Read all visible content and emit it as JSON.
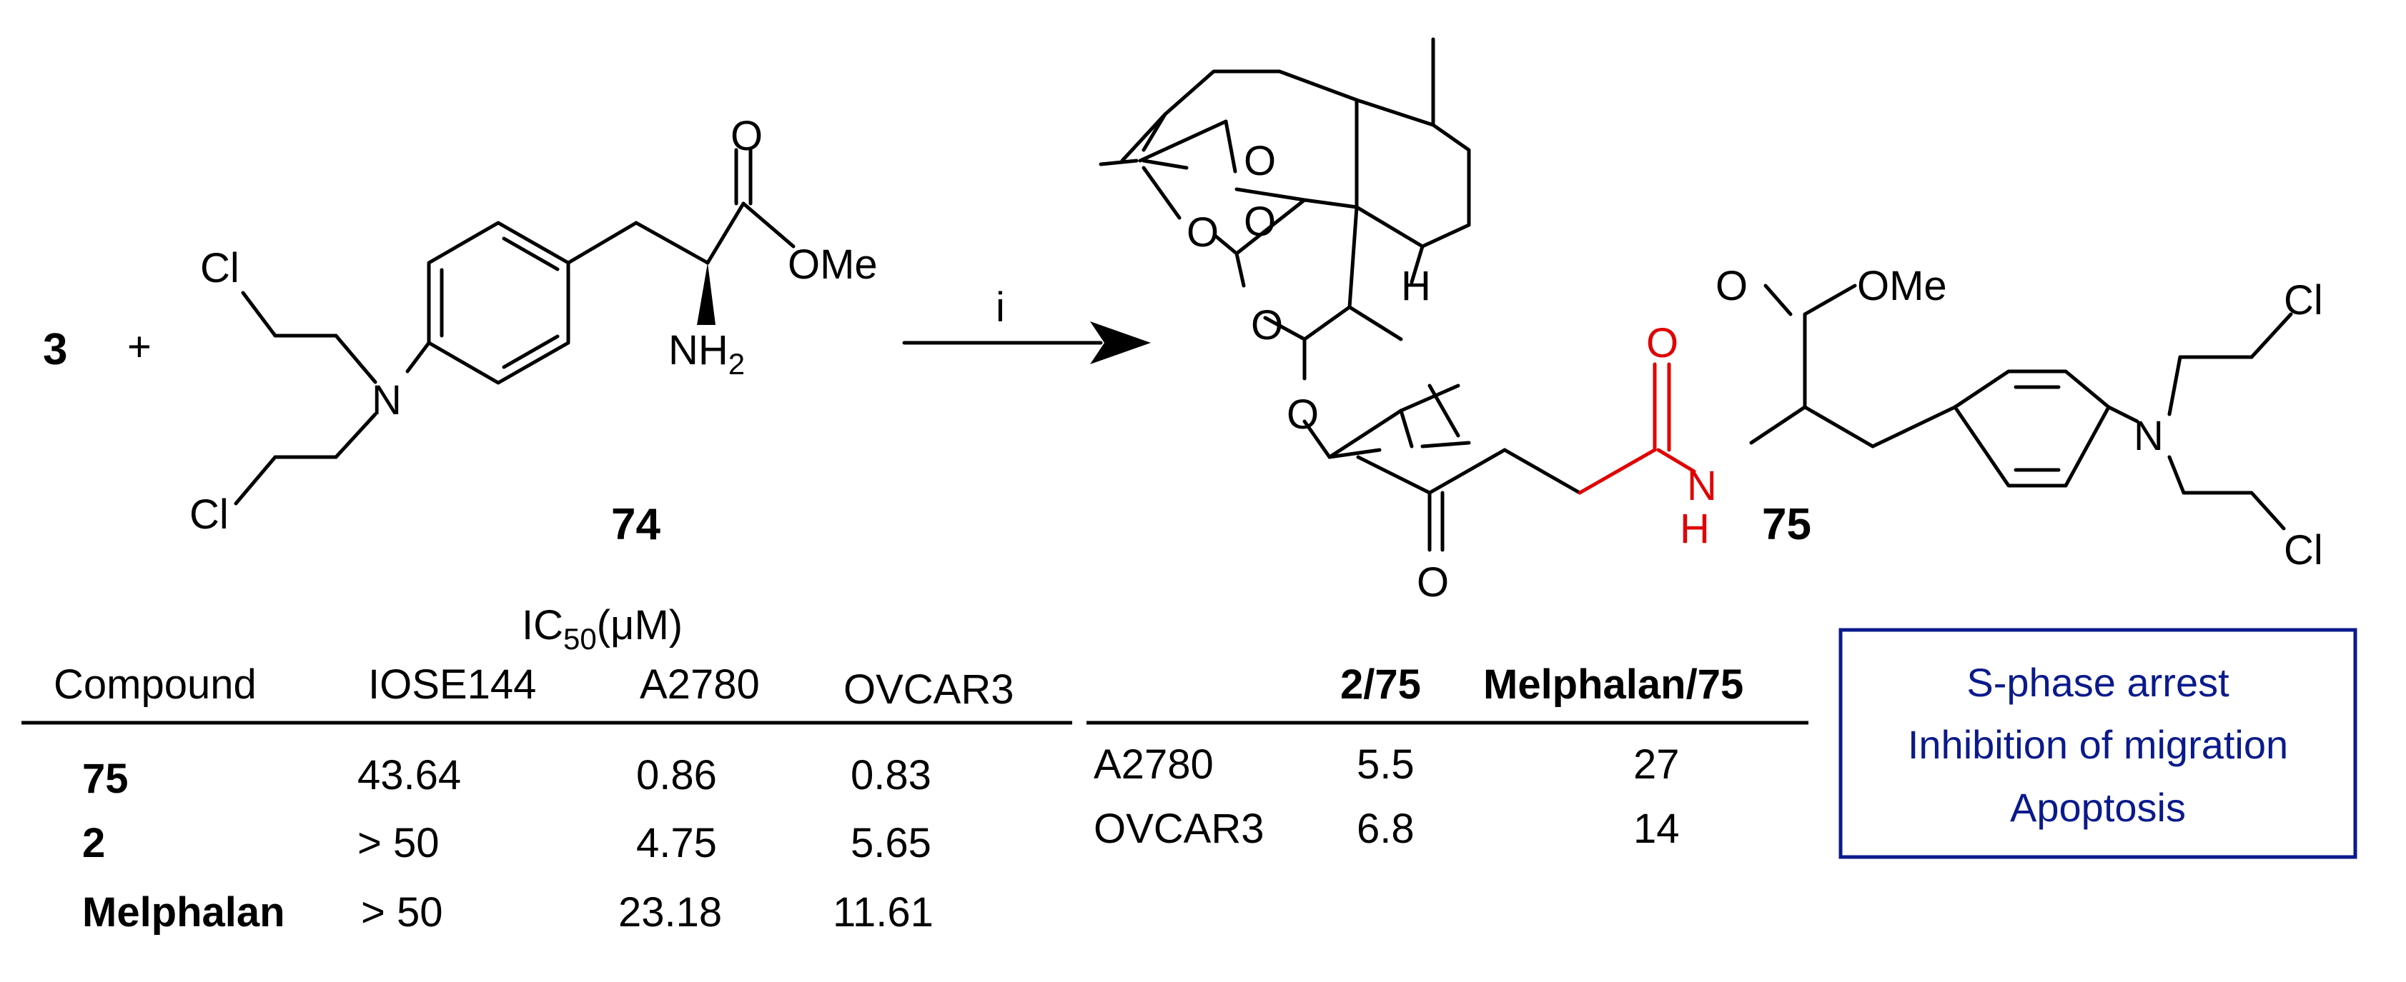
{
  "reaction": {
    "reactant_1": "3",
    "plus": "+",
    "reactant_2_label": "74",
    "condition": "i",
    "product_label": "75"
  },
  "atoms": {
    "cl": "Cl",
    "n": "N",
    "o": "O",
    "ome": "OMe",
    "nh2_main": "NH",
    "nh2_sub": "2",
    "h": "H"
  },
  "ic50_table": {
    "title_main": "IC",
    "title_sub": "50",
    "title_unit": "(μM)",
    "headers": [
      "Compound",
      "IOSE144",
      "A2780",
      "OVCAR3"
    ],
    "rows": [
      {
        "compound": "75",
        "values": [
          "43.64",
          "0.86",
          "0.83"
        ]
      },
      {
        "compound": "2",
        "values": [
          "> 50",
          "4.75",
          "5.65"
        ]
      },
      {
        "compound": "Melphalan",
        "values": [
          "> 50",
          "23.18",
          "11.61"
        ]
      }
    ]
  },
  "ratio_table": {
    "headers": [
      "",
      "2/75",
      "Melphalan/75"
    ],
    "rows": [
      {
        "cell_line": "A2780",
        "values": [
          "5.5",
          "27"
        ]
      },
      {
        "cell_line": "OVCAR3",
        "values": [
          "6.8",
          "14"
        ]
      }
    ]
  },
  "effects_box": {
    "lines": [
      "S-phase arrest",
      "Inhibition of migration",
      "Apoptosis"
    ],
    "border_color": "#0a1a8c",
    "text_color": "#0a1a8c"
  },
  "colors": {
    "highlight": "#e00000"
  }
}
